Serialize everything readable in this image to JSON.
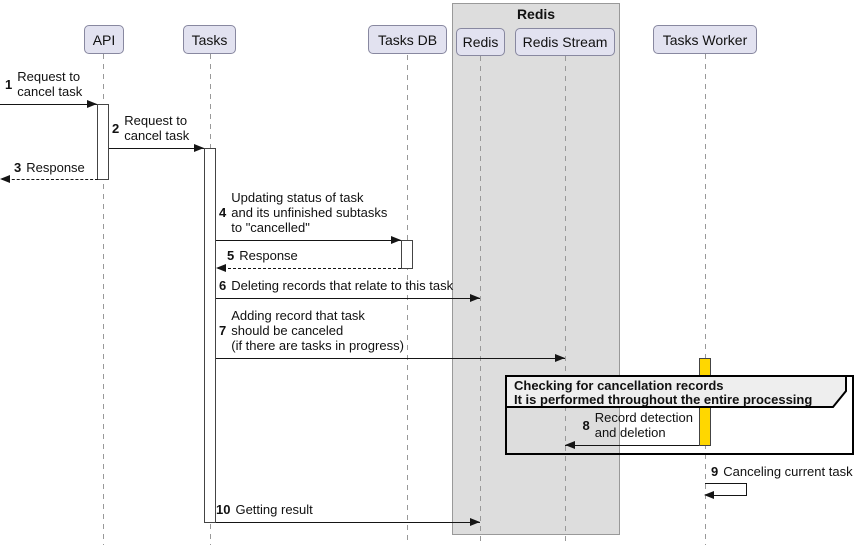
{
  "diagram_type": "uml-sequence-diagram",
  "participants": [
    {
      "label": "API"
    },
    {
      "label": "Tasks"
    },
    {
      "label": "Tasks DB"
    },
    {
      "label": "Redis"
    },
    {
      "label": "Redis Stream"
    },
    {
      "label": "Tasks Worker"
    }
  ],
  "group": {
    "title": "Redis"
  },
  "frame": {
    "line1": "Checking for cancellation records",
    "line2": "It is performed throughout the entire processing"
  },
  "messages": [
    {
      "num": "1",
      "text": "Request to\ncancel task",
      "from": "outside",
      "to": "API",
      "style": "solid"
    },
    {
      "num": "2",
      "text": "Request to\ncancel task",
      "from": "API",
      "to": "Tasks",
      "style": "solid"
    },
    {
      "num": "3",
      "text": "Response",
      "from": "API",
      "to": "outside",
      "style": "dashed"
    },
    {
      "num": "4",
      "text": "Updating status of task\nand its unfinished subtasks\nto \"cancelled\"",
      "from": "Tasks",
      "to": "Tasks DB",
      "style": "solid"
    },
    {
      "num": "5",
      "text": "Response",
      "from": "Tasks DB",
      "to": "Tasks",
      "style": "dashed"
    },
    {
      "num": "6",
      "text": "Deleting records that relate to this task",
      "from": "Tasks",
      "to": "Redis",
      "style": "solid"
    },
    {
      "num": "7",
      "text": "Adding record that task\nshould be canceled\n(if there are tasks in progress)",
      "from": "Tasks",
      "to": "Redis Stream",
      "style": "solid"
    },
    {
      "num": "8",
      "text": "Record detection\nand deletion",
      "from": "Tasks Worker",
      "to": "Redis Stream",
      "style": "solid"
    },
    {
      "num": "9",
      "text": "Canceling current task",
      "from": "Tasks Worker",
      "to": "Tasks Worker",
      "style": "solid"
    },
    {
      "num": "10",
      "text": "Getting result",
      "from": "Tasks",
      "to": "Redis",
      "style": "solid"
    }
  ],
  "colors": {
    "participant_fill": "#E2E2F0",
    "participant_border": "#8888A0",
    "group_fill": "#DDDDDD",
    "group_border": "#999999",
    "lifeline": "#999999",
    "arrow": "#151515",
    "activation_fill": "#FFFFFF",
    "activation_border": "#444444",
    "worker_activation_fill": "#FFD700",
    "frame_border": "#000000",
    "frame_header_fill": "#EEEEEE"
  }
}
